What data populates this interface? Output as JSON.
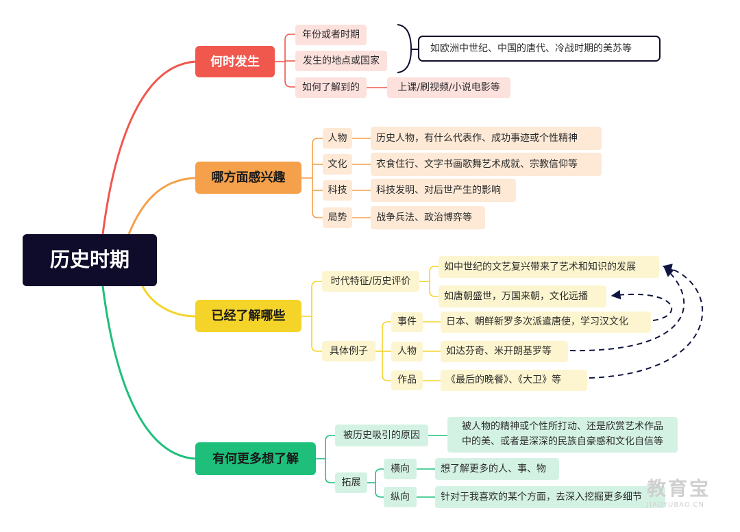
{
  "root": "历史时期",
  "colors": {
    "red": "#f0574d",
    "orange": "#f5a04a",
    "yellow": "#f5d42a",
    "green": "#1dbf7b",
    "root": "#0f0c2b",
    "arrow": "#101540"
  },
  "branch1": {
    "title": "何时发生",
    "items": [
      "年份或者时期",
      "发生的地点或国家",
      "如何了解到的"
    ],
    "detail": "上课/刷视频/小说电影等",
    "note": "如欧洲中世纪、中国的唐代、冷战时期的美苏等"
  },
  "branch2": {
    "title": "哪方面感兴趣",
    "items": [
      {
        "label": "人物",
        "detail": "历史人物，有什么代表作、成功事迹或个性精神"
      },
      {
        "label": "文化",
        "detail": "衣食住行、文字书画歌舞艺术成就、宗教信仰等"
      },
      {
        "label": "科技",
        "detail": "科技发明、对后世产生的影响"
      },
      {
        "label": "局势",
        "detail": "战争兵法、政治博弈等"
      }
    ]
  },
  "branch3": {
    "title": "已经了解哪些",
    "era": {
      "label": "时代特征/历史评价",
      "items": [
        "如中世纪的文艺复兴带来了艺术和知识的发展",
        "如唐朝盛世，万国来朝，文化远播"
      ]
    },
    "examples": {
      "label": "具体例子",
      "items": [
        {
          "label": "事件",
          "detail": "日本、朝鲜新罗多次派遣唐使，学习汉文化"
        },
        {
          "label": "人物",
          "detail": "如达芬奇、米开朗基罗等"
        },
        {
          "label": "作品",
          "detail": "《最后的晚餐》、《大卫》等"
        }
      ]
    }
  },
  "branch4": {
    "title": "有何更多想了解",
    "reason": {
      "label": "被历史吸引的原因",
      "line1": "被人物的精神或个性所打动、还是欣赏艺术作品",
      "line2": "中的美、或者是深深的民族自豪感和文化自信等"
    },
    "expand": {
      "label": "拓展",
      "items": [
        {
          "label": "横向",
          "detail": "想了解更多的人、事、物"
        },
        {
          "label": "纵向",
          "detail": "针对于我喜欢的某个方面，去深入挖掘更多细节"
        }
      ]
    }
  },
  "watermark": {
    "cn": "教育宝",
    "en": "JIAOYUBAO.CN"
  }
}
